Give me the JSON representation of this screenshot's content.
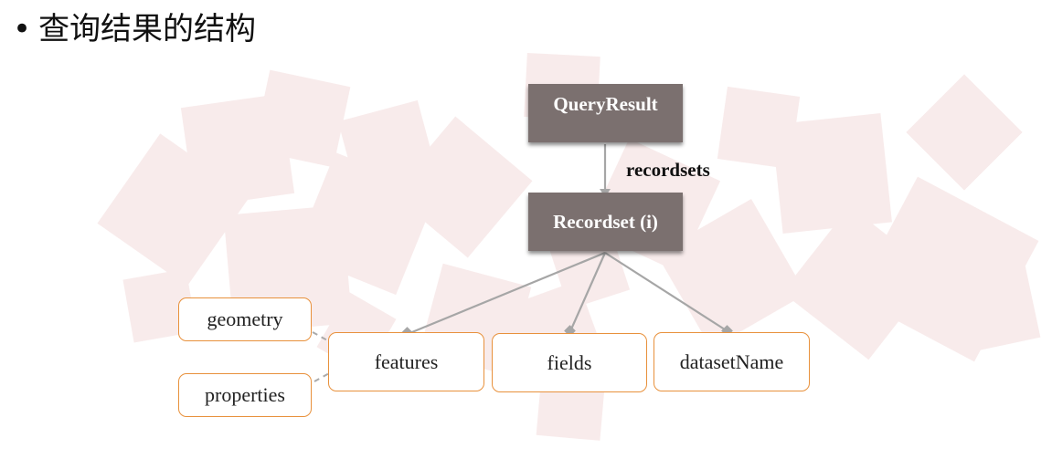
{
  "title": "查询结果的结构",
  "diagram": {
    "root": "QueryResult",
    "edge_label": "recordsets",
    "child": "Recordset (i)",
    "children": [
      "features",
      "fields",
      "datasetName"
    ],
    "feature_children": [
      "geometry",
      "properties"
    ]
  },
  "colors": {
    "dark_node": "#7b706f",
    "border_orange": "#e8913c",
    "connector": "#a6a6a6"
  }
}
